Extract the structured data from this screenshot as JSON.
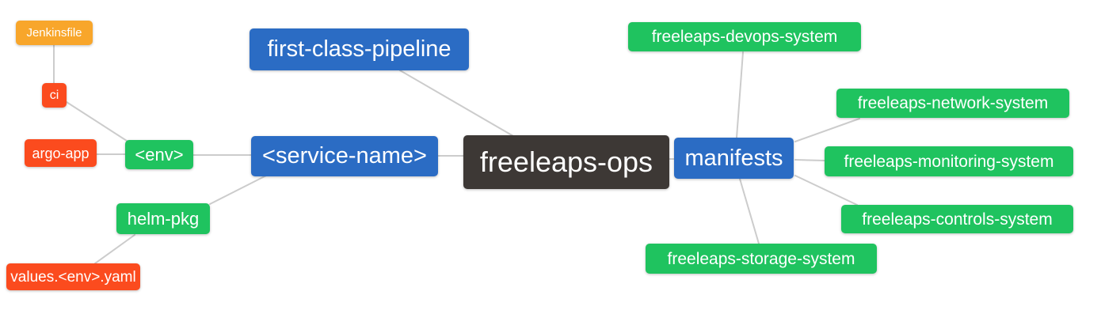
{
  "diagram": {
    "type": "mindmap",
    "root_label": "freeleaps-ops",
    "palette": {
      "blue": "#2b6cc4",
      "green": "#1fc35f",
      "orange": "#fb4b1e",
      "amber": "#f8a62b",
      "dark": "#3d3835",
      "edge": "#cccccc",
      "text": "#ffffff"
    },
    "nodes": [
      {
        "id": "jenkinsfile",
        "label": "Jenkinsfile",
        "color": "#f8a62b"
      },
      {
        "id": "ci",
        "label": "ci",
        "color": "#fb4b1e"
      },
      {
        "id": "argo-app",
        "label": "argo-app",
        "color": "#fb4b1e"
      },
      {
        "id": "env",
        "label": "<env>",
        "color": "#1fc35f"
      },
      {
        "id": "helm-pkg",
        "label": "helm-pkg",
        "color": "#1fc35f"
      },
      {
        "id": "values-env-yaml",
        "label": "values.<env>.yaml",
        "color": "#fb4b1e"
      },
      {
        "id": "first-class-pipeline",
        "label": "first-class-pipeline",
        "color": "#2b6cc4"
      },
      {
        "id": "service-name",
        "label": "<service-name>",
        "color": "#2b6cc4"
      },
      {
        "id": "freeleaps-ops",
        "label": "freeleaps-ops",
        "color": "#3d3835"
      },
      {
        "id": "manifests",
        "label": "manifests",
        "color": "#2b6cc4"
      },
      {
        "id": "freeleaps-devops-system",
        "label": "freeleaps-devops-system",
        "color": "#1fc35f"
      },
      {
        "id": "freeleaps-network-system",
        "label": "freeleaps-network-system",
        "color": "#1fc35f"
      },
      {
        "id": "freeleaps-monitoring-system",
        "label": "freeleaps-monitoring-system",
        "color": "#1fc35f"
      },
      {
        "id": "freeleaps-controls-system",
        "label": "freeleaps-controls-system",
        "color": "#1fc35f"
      },
      {
        "id": "freeleaps-storage-system",
        "label": "freeleaps-storage-system",
        "color": "#1fc35f"
      }
    ],
    "edges": [
      {
        "from": "jenkinsfile",
        "to": "ci"
      },
      {
        "from": "ci",
        "to": "env"
      },
      {
        "from": "argo-app",
        "to": "env"
      },
      {
        "from": "env",
        "to": "service-name"
      },
      {
        "from": "helm-pkg",
        "to": "service-name"
      },
      {
        "from": "values-env-yaml",
        "to": "helm-pkg"
      },
      {
        "from": "first-class-pipeline",
        "to": "freeleaps-ops"
      },
      {
        "from": "service-name",
        "to": "freeleaps-ops"
      },
      {
        "from": "freeleaps-ops",
        "to": "manifests"
      },
      {
        "from": "manifests",
        "to": "freeleaps-devops-system"
      },
      {
        "from": "manifests",
        "to": "freeleaps-network-system"
      },
      {
        "from": "manifests",
        "to": "freeleaps-monitoring-system"
      },
      {
        "from": "manifests",
        "to": "freeleaps-controls-system"
      },
      {
        "from": "manifests",
        "to": "freeleaps-storage-system"
      }
    ]
  }
}
